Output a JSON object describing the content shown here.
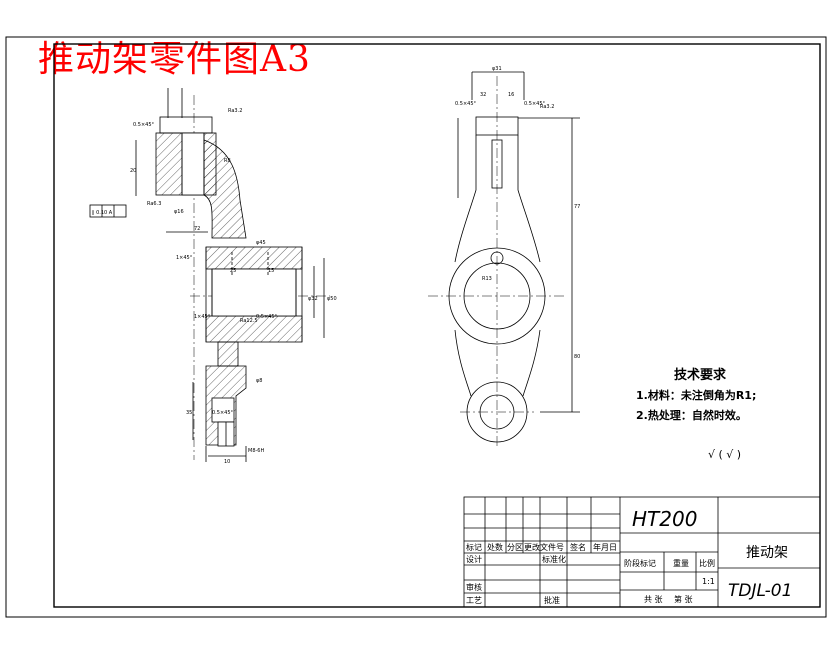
{
  "header": {
    "title": "推动架零件图A3"
  },
  "technical_requirements": {
    "title": "技术要求",
    "items": [
      "1.材料：未注倒角为R1;",
      "2.热处理：自然时效。"
    ]
  },
  "roughness_note": "√ ( √ )",
  "title_block": {
    "material": "HT200",
    "part_name": "推动架",
    "drawing_number": "TDJL-01",
    "scale": "1:1",
    "labels": {
      "mark": "标记",
      "count": "处数",
      "zone": "分区",
      "change_doc": "更改文件号",
      "signature": "签名",
      "date": "年月日",
      "design": "设计",
      "standardization": "标准化",
      "stage_mark": "阶段标记",
      "weight": "重量",
      "ratio": "比例",
      "review": "审核",
      "process": "工艺",
      "approve": "批准",
      "total_sheets": "共 张",
      "sheet_no": "第 张"
    }
  },
  "dimensions": {
    "left_view": {
      "tolerance_box": "∥ 0.10  A",
      "datum": "A",
      "chamfer_top": "0.5×45°",
      "chamfer_mid": "1×45°",
      "chamfer_bottom_a": "1×45°",
      "chamfer_bottom_b": "0.5×45°",
      "chamfer_low": "0.5×45°",
      "thread": "M8-6H",
      "roughness_ra32": "Ra3.2",
      "roughness_ra63": "Ra6.3",
      "roughness_ra125": "Ra12.5",
      "dim_phi45": "φ45",
      "dim_phi16": "φ16",
      "dim_20": "20",
      "dim_72": "72",
      "dim_25": "25",
      "dim_15": "15",
      "dim_phi32": "φ32",
      "dim_phi50": "φ50",
      "dim_phi8": "φ8",
      "dim_r8": "R8",
      "dim_35": "35",
      "dim_10": "10"
    },
    "right_view": {
      "dim_top_width": "φ31",
      "dim_32": "32",
      "dim_16": "16",
      "dim_length_upper": "77",
      "dim_length_lower": "80",
      "dim_r13": "R13",
      "roughness_ra32": "Ra3.2",
      "chamfer_a": "0.5×45°",
      "chamfer_b": "0.5×45°"
    }
  }
}
